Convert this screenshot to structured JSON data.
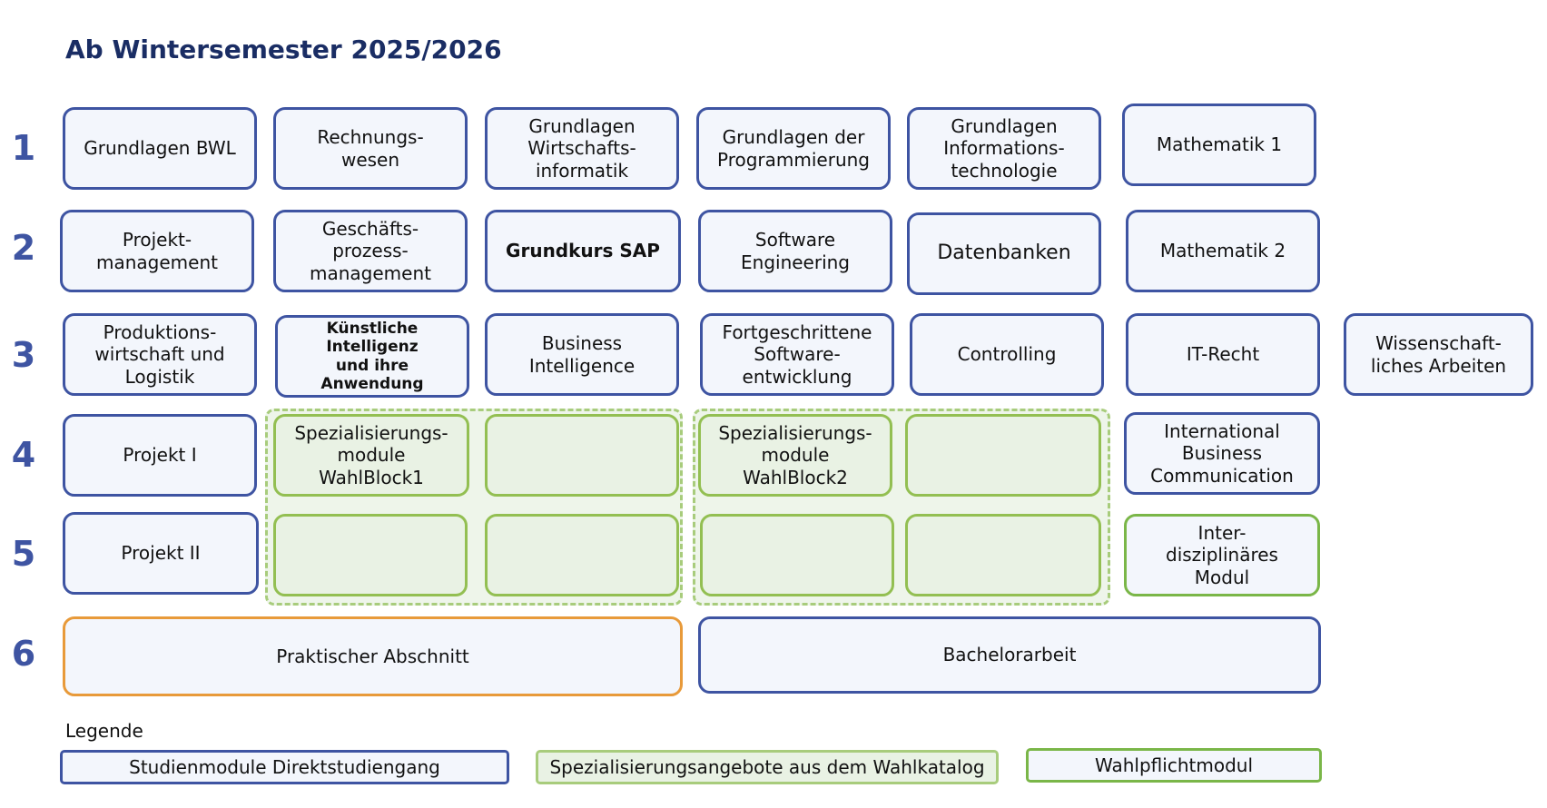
{
  "title": "Ab Wintersemester 2025/2026",
  "semesters": [
    "1",
    "2",
    "3",
    "4",
    "5",
    "6"
  ],
  "modules": {
    "grundlagen_bwl": "Grundlagen BWL",
    "rechnungswesen": "Rechnungs-\nwesen",
    "grundlagen_wi": "Grundlagen\nWirtschafts-\ninformatik",
    "grundlagen_prog": "Grundlagen der\nProgrammierung",
    "grundlagen_it": "Grundlagen\nInformations-\ntechnologie",
    "mathematik1": "Mathematik 1",
    "projektmanagement": "Projekt-\nmanagement",
    "geschaeftsprozess": "Geschäfts-\nprozess-\nmanagement",
    "grundkurs_sap": "Grundkurs SAP",
    "software_engineering": "Software\nEngineering",
    "datenbanken": "Datenbanken",
    "mathematik2": "Mathematik 2",
    "produktionswirtschaft": "Produktions-\nwirtschaft und\nLogistik",
    "kuenstliche_intelligenz": "Künstliche\nIntelligenz\nund ihre\nAnwendung",
    "business_intelligence": "Business\nIntelligence",
    "fortgeschrittene_se": "Fortgeschrittene\nSoftware-\nentwicklung",
    "controlling": "Controlling",
    "it_recht": "IT-Recht",
    "wissenschaftliches_arbeiten": "Wissenschaft-\nliches Arbeiten",
    "projekt1": "Projekt I",
    "spez_block1": "Spezialisierungs-\nmodule\nWahlBlock1",
    "spez_block2": "Spezialisierungs-\nmodule\nWahlBlock2",
    "international_business": "International\nBusiness\nCommunication",
    "projekt2": "Projekt II",
    "interdisziplinaer": "Inter-\ndisziplinäres\nModul",
    "praktischer_abschnitt": "Praktischer Abschnitt",
    "bachelorarbeit": "Bachelorarbeit"
  },
  "legend": {
    "label": "Legende",
    "studienmodule": "Studienmodule Direktstudiengang",
    "spezialisierung": "Spezialisierungsangebote aus dem Wahlkatalog",
    "wahlpflicht": "Wahlpflichtmodul"
  },
  "colors": {
    "title": "#1a2d64",
    "semester_number": "#3e54a2",
    "module_border": "#3e54a2",
    "module_fill": "#f3f6fc",
    "spec_border": "#93bf52",
    "spec_fill": "#e9f2e4",
    "wahlpflicht_border": "#7ab648",
    "praxis_border": "#e89a3a"
  }
}
